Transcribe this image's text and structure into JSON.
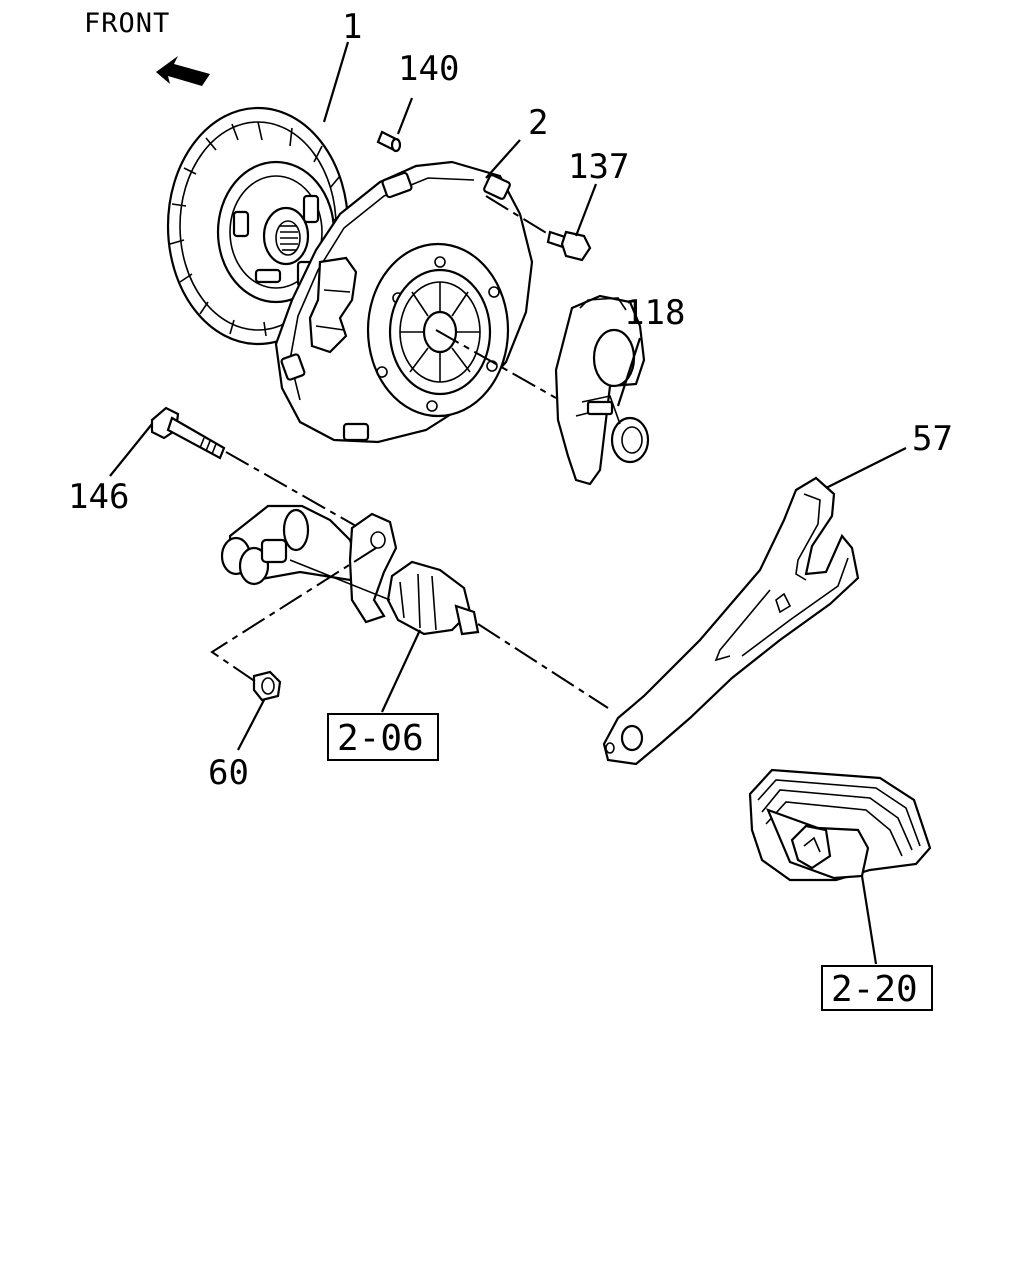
{
  "diagram": {
    "front_label": "FRONT",
    "callouts": {
      "disc": "1",
      "cover": "2",
      "pin": "140",
      "bolt_cover": "137",
      "bearing": "118",
      "fork": "57",
      "bolt_cyl": "146",
      "nut": "60"
    },
    "references": {
      "slave_cylinder": "2-06",
      "boot": "2-20"
    }
  }
}
